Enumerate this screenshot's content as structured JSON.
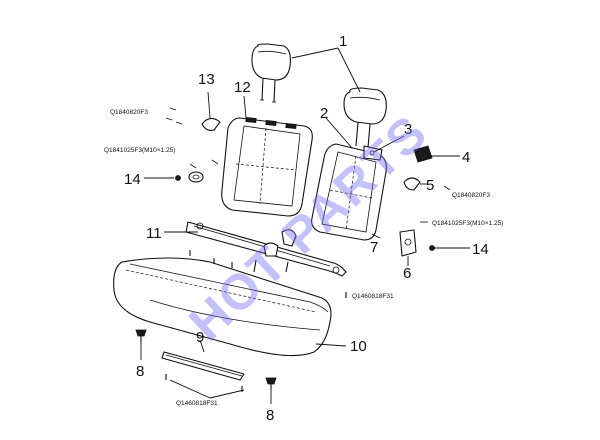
{
  "callouts": {
    "c1": "1",
    "c2": "2",
    "c3": "3",
    "c4": "4",
    "c5": "5",
    "c6": "6",
    "c7": "7",
    "c8a": "8",
    "c8b": "8",
    "c9": "9",
    "c10": "10",
    "c11": "11",
    "c12": "12",
    "c13": "13",
    "c14a": "14",
    "c14b": "14"
  },
  "part_codes": {
    "screw_left": "Q1840820F3",
    "bolt_left": "Q1841025F3(M10×1.25)",
    "screw_right": "Q1840820F3",
    "bolt_right": "Q1841025F3(M10×1.25)",
    "clip_center": "Q1460818F31",
    "clip_bottom": "Q1460818F31"
  },
  "watermark": "HOT PARTS"
}
